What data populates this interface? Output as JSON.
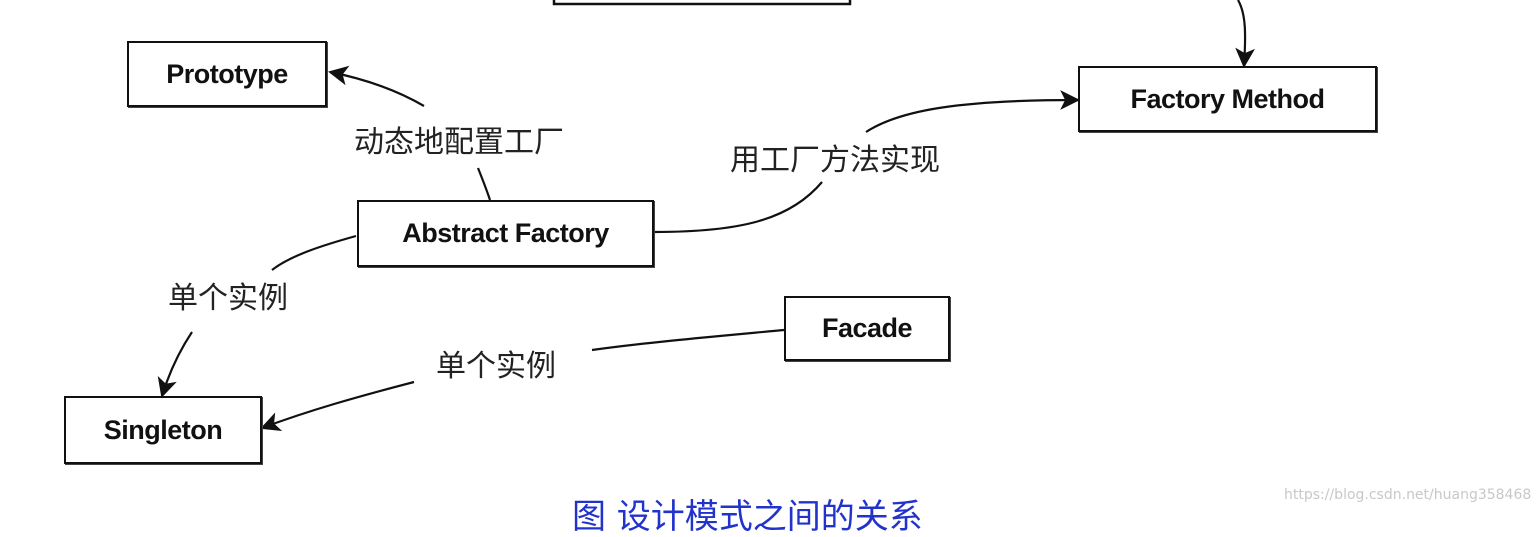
{
  "nodes": {
    "prototype": "Prototype",
    "abstract_factory": "Abstract Factory",
    "factory_method": "Factory Method",
    "facade": "Facade",
    "singleton": "Singleton"
  },
  "edges": {
    "configure_factory_dynamically": "动态地配置工厂",
    "implement_with_factory_method": "用工厂方法实现",
    "single_instance_from_abstract_factory": "单个实例",
    "single_instance_from_facade": "单个实例"
  },
  "caption": "图 设计模式之间的关系",
  "watermark": "https://blog.csdn.net/huang358468",
  "colors": {
    "line": "#111111",
    "caption": "#2233cc"
  }
}
